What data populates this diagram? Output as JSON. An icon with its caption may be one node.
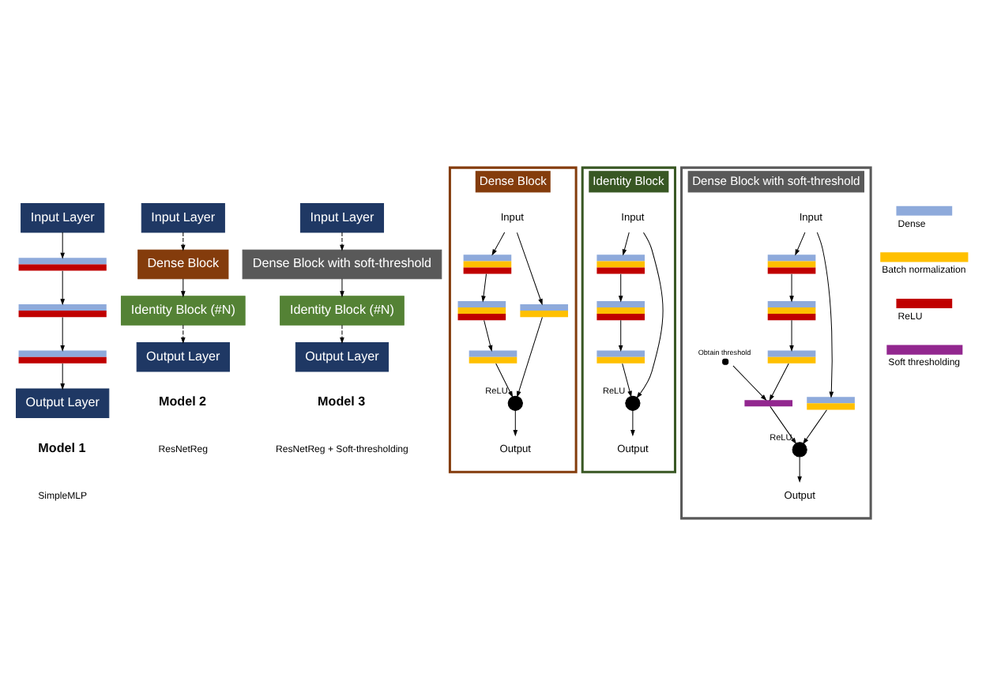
{
  "diagram": {
    "nodes": [
      {
        "text": [
          "Input Layer"
        ]
      },
      {
        "text": [],
        "shape": "bar"
      },
      {
        "text": [],
        "shape": "bar"
      },
      {
        "text": [],
        "shape": "bar"
      },
      {
        "text": [
          "Output Layer"
        ]
      },
      {
        "text": [
          "Input Layer"
        ]
      },
      {
        "text": [
          "Dense Block"
        ]
      },
      {
        "text": [
          "Identity Block (#N)"
        ]
      },
      {
        "text": [
          "Output Layer"
        ]
      },
      {
        "text": [
          "Input Layer"
        ]
      },
      {
        "text": [
          "Dense Block with soft-threshold"
        ]
      },
      {
        "text": [
          "Identity Block (#N)"
        ]
      },
      {
        "text": [
          "Output Layer"
        ]
      },
      {
        "text": [
          "Dense Block"
        ]
      },
      {
        "text": [
          "Input"
        ],
        "in": 13
      },
      {
        "text": [],
        "shape": "bar",
        "in": 13
      },
      {
        "text": [],
        "shape": "bar",
        "in": 13
      },
      {
        "text": [],
        "shape": "bar",
        "in": 13
      },
      {
        "text": [],
        "shape": "bar",
        "in": 13
      },
      {
        "text": [],
        "shape": "circle",
        "in": 13,
        "beside": [
          "ReLU"
        ]
      },
      {
        "text": [
          "Output"
        ],
        "in": 13
      },
      {
        "text": [
          "Identity Block"
        ]
      },
      {
        "text": [
          "Input"
        ],
        "in": 21
      },
      {
        "text": [],
        "shape": "bar",
        "in": 21
      },
      {
        "text": [],
        "shape": "bar",
        "in": 21
      },
      {
        "text": [],
        "shape": "bar",
        "in": 21
      },
      {
        "text": [],
        "shape": "circle",
        "in": 21,
        "beside": [
          "ReLU"
        ]
      },
      {
        "text": [
          "Output"
        ],
        "in": 21
      },
      {
        "text": [
          "Dense Block with soft-threshold"
        ]
      },
      {
        "text": [
          "Input"
        ],
        "in": 28
      },
      {
        "text": [],
        "shape": "bar",
        "in": 28
      },
      {
        "text": [],
        "shape": "bar",
        "in": 28
      },
      {
        "text": [],
        "shape": "bar",
        "in": 28
      },
      {
        "text": [],
        "shape": "bar",
        "in": 28
      },
      {
        "text": [],
        "shape": "circle",
        "in": 28,
        "beside": [
          "Obtain threshold"
        ]
      },
      {
        "text": [],
        "shape": "bar",
        "in": 28
      },
      {
        "text": [],
        "shape": "circle",
        "in": 28,
        "beside": [
          "ReLU"
        ]
      },
      {
        "text": [
          "Output"
        ],
        "in": 28
      }
    ],
    "edges": [
      {
        "from": 0,
        "to": 1,
        "arrow": "to"
      },
      {
        "from": 1,
        "to": 2,
        "arrow": "to"
      },
      {
        "from": 2,
        "to": 3,
        "arrow": "to"
      },
      {
        "from": 3,
        "to": 4,
        "arrow": "to"
      },
      {
        "from": 5,
        "to": 6,
        "arrow": "to",
        "style": "dashed"
      },
      {
        "from": 6,
        "to": 7,
        "arrow": "to"
      },
      {
        "from": 7,
        "to": 8,
        "arrow": "to",
        "style": "dashed"
      },
      {
        "from": 9,
        "to": 10,
        "arrow": "to",
        "style": "dashed"
      },
      {
        "from": 10,
        "to": 11,
        "arrow": "to"
      },
      {
        "from": 11,
        "to": 12,
        "arrow": "to",
        "style": "dashed"
      },
      {
        "from": 14,
        "to": 15,
        "arrow": "to"
      },
      {
        "from": 15,
        "to": 16,
        "arrow": "to"
      },
      {
        "from": 16,
        "to": 17,
        "arrow": "to"
      },
      {
        "from": 17,
        "to": 19,
        "arrow": "to"
      },
      {
        "from": 14,
        "to": 18,
        "arrow": "to"
      },
      {
        "from": 18,
        "to": 19,
        "arrow": "to"
      },
      {
        "from": 19,
        "to": 20,
        "arrow": "to"
      },
      {
        "from": 22,
        "to": 23,
        "arrow": "to"
      },
      {
        "from": 23,
        "to": 24,
        "arrow": "to"
      },
      {
        "from": 24,
        "to": 25,
        "arrow": "to"
      },
      {
        "from": 25,
        "to": 26,
        "arrow": "to"
      },
      {
        "from": 22,
        "to": 26,
        "arrow": "to"
      },
      {
        "from": 26,
        "to": 27,
        "arrow": "to"
      },
      {
        "from": 29,
        "to": 30,
        "arrow": "to"
      },
      {
        "from": 30,
        "to": 31,
        "arrow": "to"
      },
      {
        "from": 31,
        "to": 32,
        "arrow": "to"
      },
      {
        "from": 32,
        "to": 35,
        "arrow": "to"
      },
      {
        "from": 34,
        "to": 35,
        "arrow": "to"
      },
      {
        "from": 29,
        "to": 33,
        "arrow": "to"
      },
      {
        "from": 33,
        "to": 36,
        "arrow": "to"
      },
      {
        "from": 35,
        "to": 36,
        "arrow": "to"
      },
      {
        "from": 36,
        "to": 37,
        "arrow": "to"
      }
    ],
    "labels": [
      "Model 1",
      "SimpleMLP",
      "Model 2",
      "ResNetReg",
      "Model 3",
      "ResNetReg + Soft-thresholding"
    ],
    "legend": [
      {
        "text": "Dense",
        "color": "#8eaadb"
      },
      {
        "text": "Batch normalization",
        "color": "#ffc000"
      },
      {
        "text": "ReLU",
        "color": "#c00000"
      },
      {
        "text": "Soft thresholding",
        "color": "#92278f"
      }
    ]
  }
}
